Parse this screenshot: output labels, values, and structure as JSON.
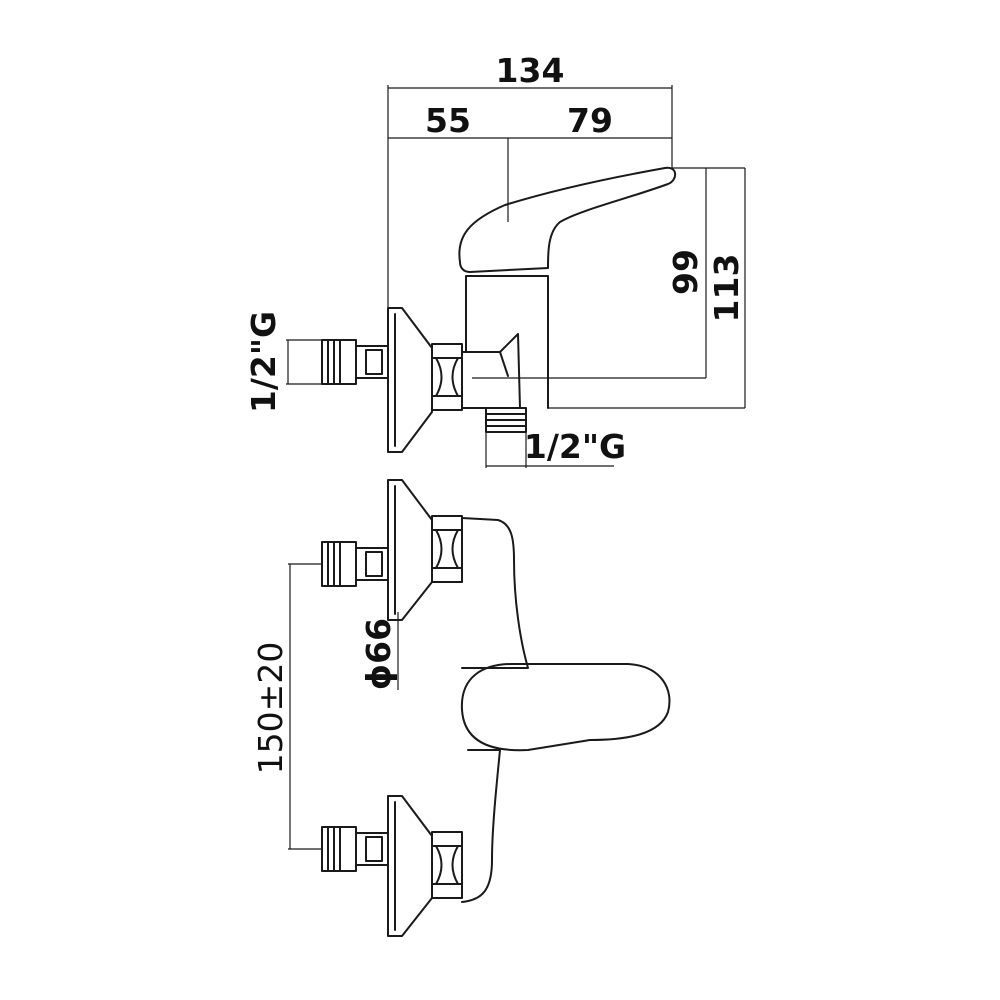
{
  "dimensions": {
    "overall_width": "134",
    "left_offset": "55",
    "right_offset": "79",
    "height_spout": "99",
    "height_total": "113",
    "thread_inlet": "1/2\"G",
    "thread_outlet": "1/2\"G",
    "rosette_diameter": "ϕ66",
    "center_distance": "150±20"
  }
}
